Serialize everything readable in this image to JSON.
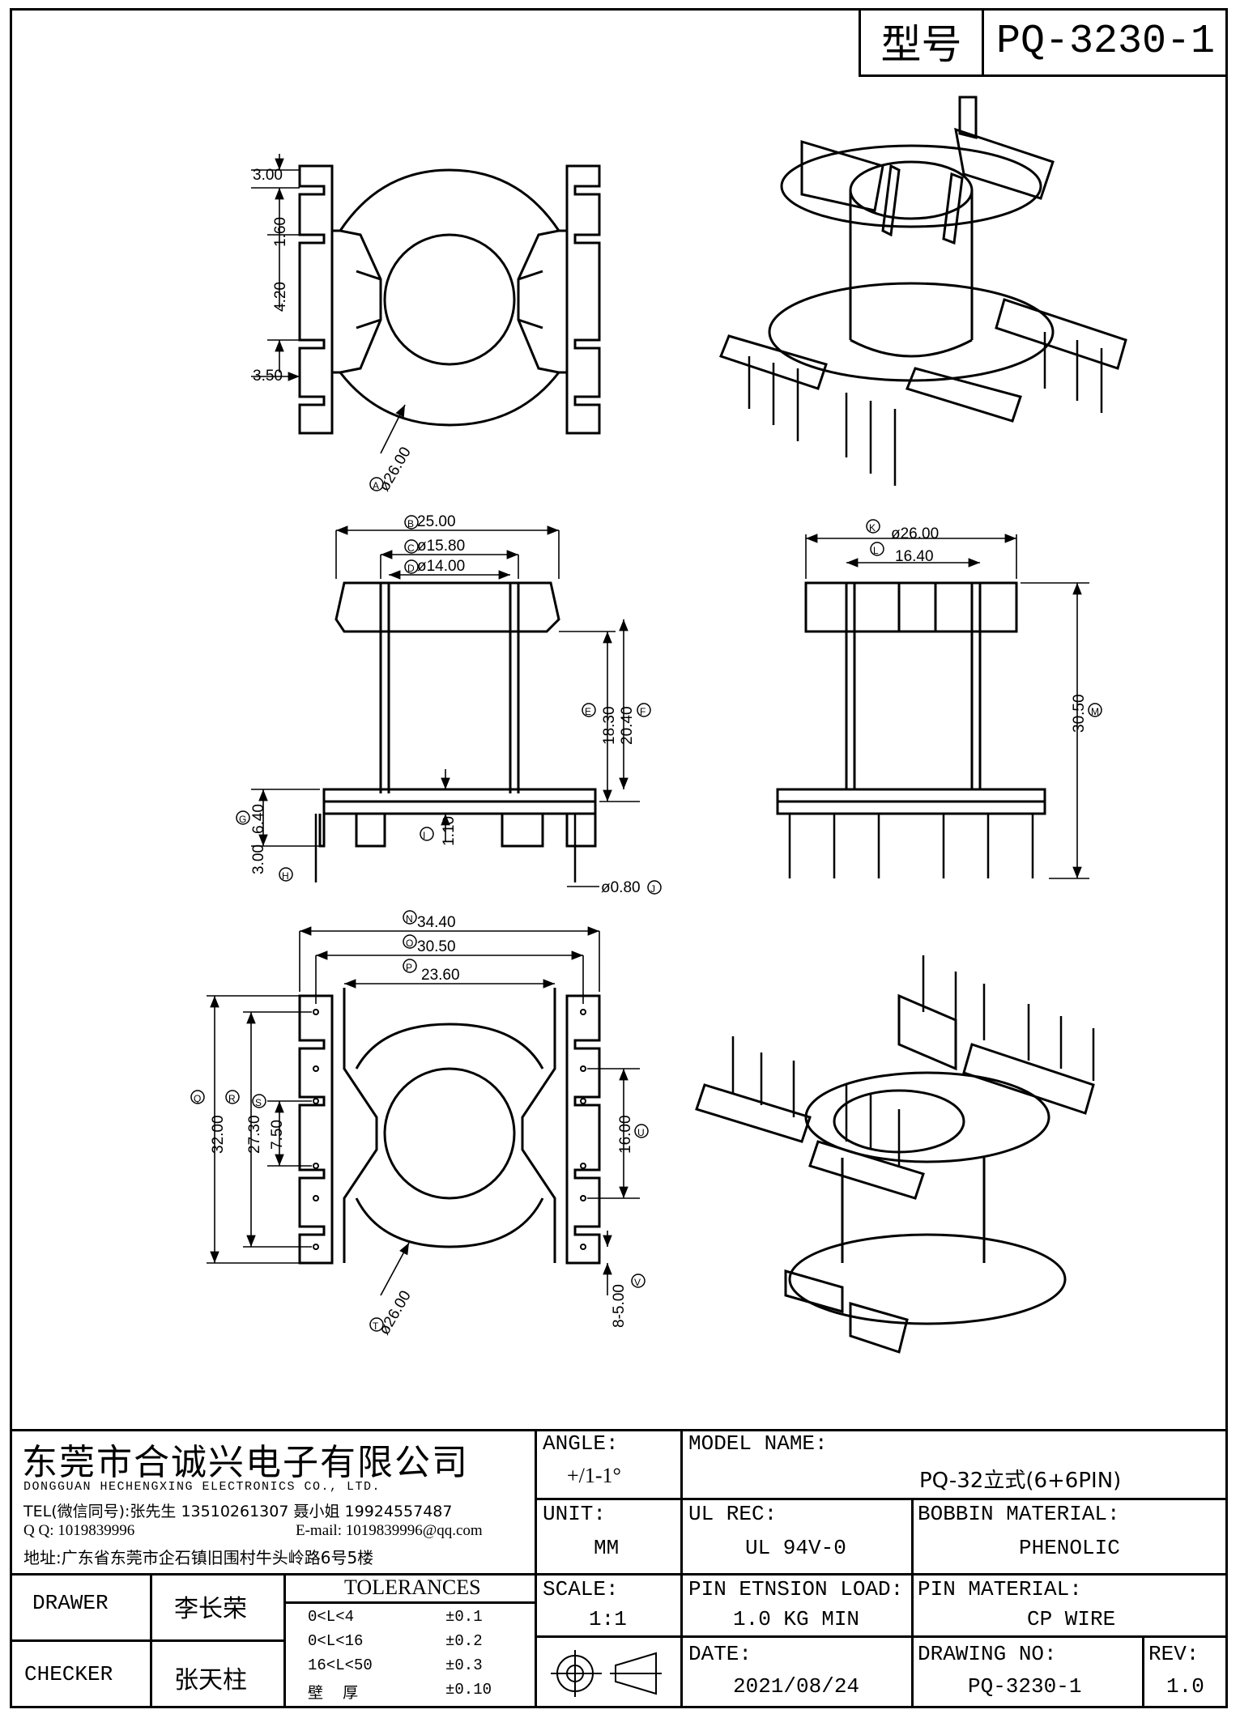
{
  "header": {
    "model_label": "型号",
    "model_value": "PQ-3230-1"
  },
  "dims": {
    "top": {
      "d1": "3.00",
      "d2": "1.60",
      "d3": "4.20",
      "d4": "3.50",
      "dia": "ø26.00",
      "tag_dia": "A"
    },
    "front": {
      "w1": "25.00",
      "w2": "ø15.80",
      "w3": "ø14.00",
      "h1": "18.30",
      "h2": "20.40",
      "h3": "6.40",
      "h4": "3.00",
      "h5": "1.10",
      "pin": "ø0.80",
      "tag_w1": "B",
      "tag_w2": "C",
      "tag_w3": "D",
      "tag_h1": "E",
      "tag_h2": "F",
      "tag_h3": "G",
      "tag_h4": "H",
      "tag_h5": "I",
      "tag_pin": "J"
    },
    "side": {
      "w1": "ø26.00",
      "w2": "16.40",
      "h1": "30.50",
      "tag_w1": "K",
      "tag_w2": "L",
      "tag_h1": "M"
    },
    "bottom": {
      "w1": "34.40",
      "w2": "30.50",
      "w3": "23.60",
      "h1": "32.00",
      "h2": "27.30",
      "h3": "7.50",
      "h4": "16.00",
      "h5": "8-5.00",
      "dia": "ø26.00",
      "tag_w1": "N",
      "tag_w2": "O",
      "tag_w3": "P",
      "tag_h1": "Q",
      "tag_h2": "R",
      "tag_h3": "S",
      "tag_h4": "U",
      "tag_h5": "V",
      "tag_dia": "T"
    }
  },
  "company": {
    "name_cn": "东莞市合诚兴电子有限公司",
    "name_en": "DONGGUAN HECHENGXING ELECTRONICS CO., LTD.",
    "tel": "TEL(微信同号):张先生 13510261307 聂小姐 19924557487",
    "qq": "Q Q: 1019839996",
    "email": "E-mail: 1019839996@qq.com",
    "address": "地址:广东省东莞市企石镇旧围村牛头岭路6号5楼"
  },
  "title_block": {
    "angle_label": "ANGLE:",
    "angle_value": "+/1-1°",
    "unit_label": "UNIT:",
    "unit_value": "MM",
    "scale_label": "SCALE:",
    "scale_value": "1:1",
    "model_name_label": "MODEL NAME:",
    "model_name_value": "PQ-32立式(6+6PIN)",
    "ul_label": "UL REC:",
    "ul_value": "UL 94V-0",
    "bobbin_label": "BOBBIN MATERIAL:",
    "bobbin_value": "PHENOLIC",
    "pin_load_label": "PIN ETNSION LOAD:",
    "pin_load_value": "1.0 KG MIN",
    "pin_material_label": "PIN MATERIAL:",
    "pin_material_value": "CP WIRE",
    "date_label": "DATE:",
    "date_value": "2021/08/24",
    "drawing_no_label": "DRAWING NO:",
    "drawing_no_value": "PQ-3230-1",
    "rev_label": "REV:",
    "rev_value": "1.0",
    "drawer_label": "DRAWER",
    "drawer_name": "李长荣",
    "checker_label": "CHECKER",
    "checker_name": "张天柱",
    "tolerances_label": "TOLERANCES",
    "tolerances": [
      {
        "range": "0<L<4",
        "value": "±0.1"
      },
      {
        "range": "0<L<16",
        "value": "±0.2"
      },
      {
        "range": "16<L<50",
        "value": "±0.3"
      },
      {
        "range": "壁    厚",
        "value": "±0.10"
      }
    ]
  }
}
